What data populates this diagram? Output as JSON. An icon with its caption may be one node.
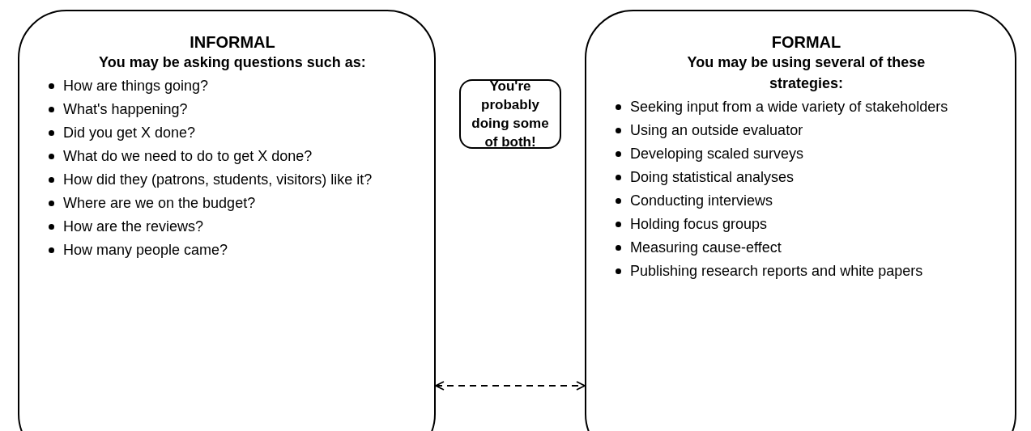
{
  "diagram": {
    "nodes": [
      {
        "text": [
          "INFORMAL",
          "You may be asking questions such as:",
          "How are things going?",
          "What's happening?",
          "Did you get X done?",
          "What do we need to do to get X done?",
          "How did they (patrons, students, visitors) like it?",
          "Where are we on the budget?",
          "How are the reviews?",
          "How many people came?"
        ]
      },
      {
        "text": [
          "You're probably doing some of both!"
        ]
      },
      {
        "text": [
          "FORMAL",
          "You may be using several of these strategies:",
          "Seeking input from a wide variety of stakeholders",
          "Using an outside evaluator",
          "Developing scaled surveys",
          "Doing statistical analyses",
          "Conducting interviews",
          "Holding focus groups",
          "Measuring cause-effect",
          "Publishing research reports and white papers"
        ]
      }
    ],
    "edges": [
      {
        "from": 0,
        "to": 2,
        "arrow": "both",
        "style": "dashed"
      }
    ]
  }
}
